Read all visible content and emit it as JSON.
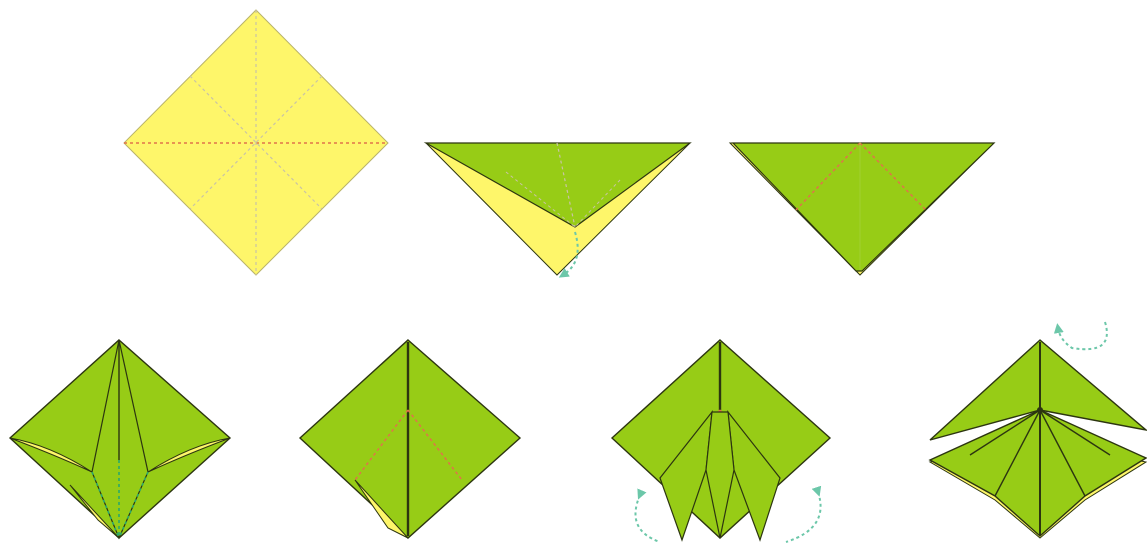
{
  "diagram": {
    "kind": "origami-instructions",
    "step_count": 7,
    "colors": {
      "paper_front": "#fef66a",
      "paper_back": "#97cc16",
      "outline": "#2c3510",
      "valley_fold": "#e0734a",
      "crease": "#c9c3a6",
      "move_arrow": "#6cc7a9",
      "green_fold": "#2aa86a"
    },
    "steps": [
      {
        "id": "step-1",
        "description_icon": "square-with-creases"
      },
      {
        "id": "step-2",
        "description_icon": "fold-in-half-triangle"
      },
      {
        "id": "step-3",
        "description_icon": "triangle-with-valley-folds"
      },
      {
        "id": "step-4",
        "description_icon": "squash-folded-diamond"
      },
      {
        "id": "step-5",
        "description_icon": "diamond-with-valley-folds"
      },
      {
        "id": "step-6",
        "description_icon": "petals-folding-out"
      },
      {
        "id": "step-7",
        "description_icon": "finished-flower"
      }
    ]
  }
}
